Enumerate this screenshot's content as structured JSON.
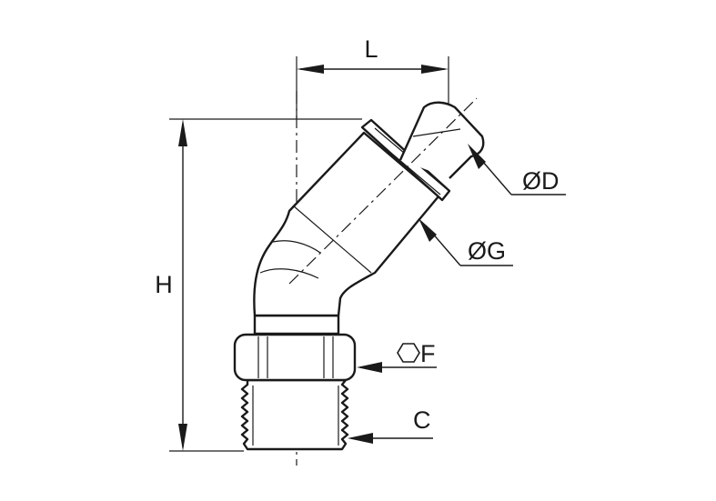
{
  "labels": {
    "L": "L",
    "H": "H",
    "OD": "ØD",
    "OG": "ØG",
    "F": "F",
    "C": "C"
  },
  "colors": {
    "ink": "#1a1a1a",
    "background": "#ffffff"
  },
  "icons": {
    "hexagon": "hexagon-icon"
  }
}
